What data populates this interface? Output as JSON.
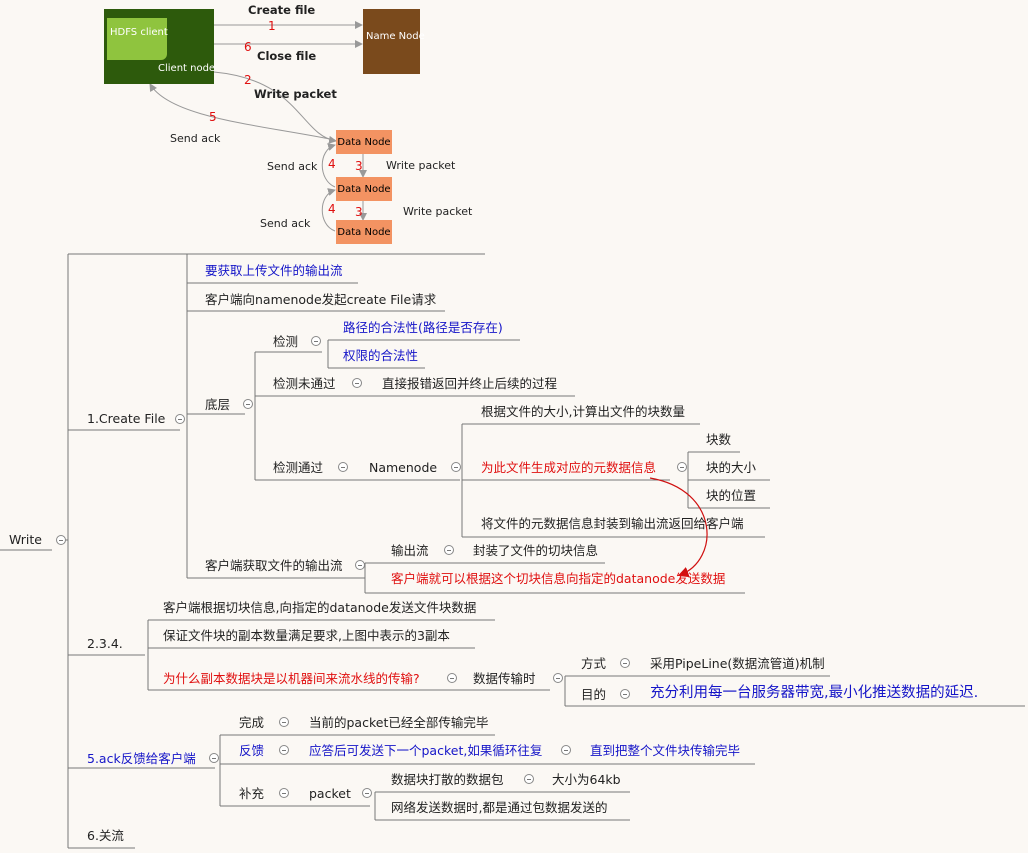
{
  "diagram": {
    "client_node_label": "Client node",
    "hdfs_client_label": "HDFS client",
    "name_node_label": "Name Node",
    "data_node_label": "Data Node",
    "create_file": "Create file",
    "close_file": "Close file",
    "write_packet_bold": "Write packet",
    "write_packet": "Write packet",
    "send_ack": "Send ack",
    "step_1": "1",
    "step_2": "2",
    "step_3": "3",
    "step_4": "4",
    "step_5": "5",
    "step_6": "6",
    "colors": {
      "client_green": "#2d5a0c",
      "hdfs_client_green": "#8fc43e",
      "name_node_brown": "#7a4a1c",
      "data_node_orange": "#f39362"
    }
  },
  "mindmap": {
    "root": "Write",
    "create_file": {
      "label": "1.Create File",
      "get_output_stream": "要获取上传文件的输出流",
      "send_request": "客户端向namenode发起create File请求",
      "bottom_layer": "底层",
      "check": "检测",
      "path_valid": "路径的合法性(路径是否存在)",
      "permission_valid": "权限的合法性",
      "check_failed": "检测未通过",
      "report_error": "直接报错返回并终止后续的过程",
      "check_passed": "检测通过",
      "namenode": "Namenode",
      "calc_blocks": "根据文件的大小,计算出文件的块数量",
      "gen_metadata": "为此文件生成对应的元数据信息",
      "block_count": "块数",
      "block_size": "块的大小",
      "block_location": "块的位置",
      "wrap_metadata": "将文件的元数据信息封装到输出流返回给客户端",
      "client_gets_stream": "客户端获取文件的输出流",
      "output_stream": "输出流",
      "wrapped_split_info": "封装了文件的切块信息",
      "client_send_data": "客户端就可以根据这个切块信息向指定的datanode发送数据"
    },
    "steps_234": {
      "label": "2.3.4.",
      "send_blocks": "客户端根据切块信息,向指定的datanode发送文件块数据",
      "replicas": "保证文件块的副本数量满足要求,上图中表示的3副本",
      "why_pipeline": "为什么副本数据块是以机器间来流水线的传输?",
      "data_transfer": "数据传输时",
      "method": "方式",
      "pipeline": "采用PipeLine(数据流管道)机制",
      "purpose": "目的",
      "purpose_text": "充分利用每一台服务器带宽,最小化推送数据的延迟."
    },
    "ack": {
      "label": "5.ack反馈给客户端",
      "done": "完成",
      "packet_done": "当前的packet已经全部传输完毕",
      "feedback": "反馈",
      "next_packet": "应答后可发送下一个packet,如果循环往复",
      "until_done": "直到把整个文件块传输完毕",
      "supplement": "补充",
      "packet": "packet",
      "packet_def": "数据块打散的数据包",
      "packet_size": "大小为64kb",
      "network_send": "网络发送数据时,都是通过包数据发送的"
    },
    "close": "6.关流",
    "collapse_symbol": "⊖"
  }
}
